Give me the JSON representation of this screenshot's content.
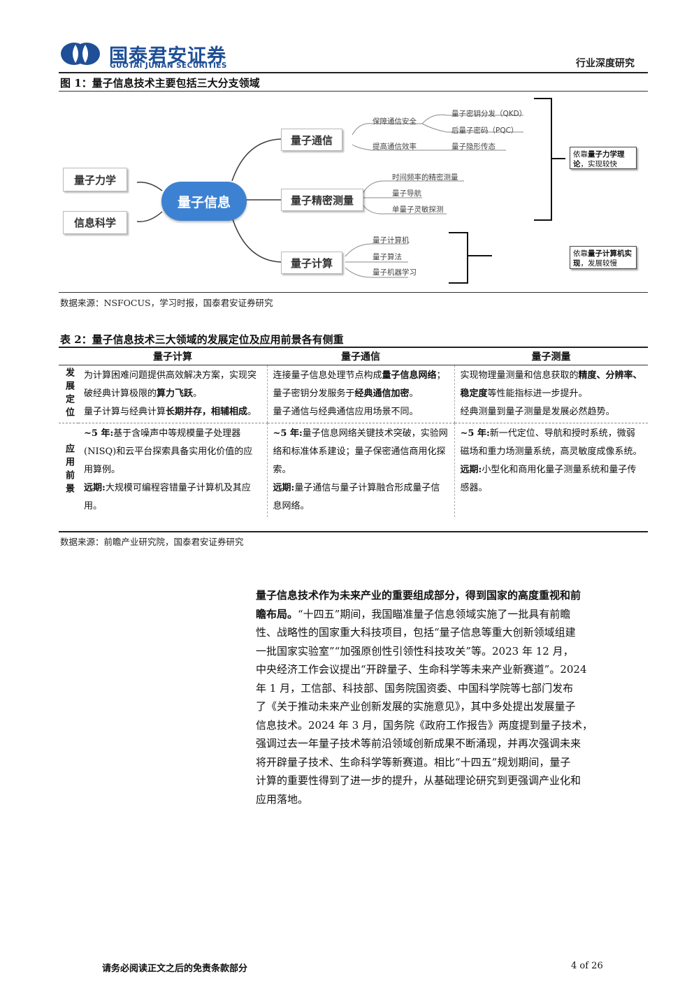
{
  "header": {
    "logo_cn": "国泰君安证券",
    "logo_en": "GUOTAI JUNAN SECURITIES",
    "report_type": "行业深度研究",
    "brand_color": "#1f4f96"
  },
  "figure1": {
    "title": "图 1：量子信息技术主要包括三大分支领域",
    "center": "量子信息",
    "left_nodes": [
      "量子力学",
      "信息科学"
    ],
    "branches": [
      {
        "label": "量子通信"
      },
      {
        "label": "量子精密测量"
      },
      {
        "label": "量子计算"
      }
    ],
    "leaves": {
      "comm_safe": "保障通信安全",
      "comm_eff": "提高通信效率",
      "qkd": "量子密钥分发（QKD）",
      "pqc": "后量子密码（PQC）",
      "teleport": "量子隐形传态",
      "freq": "时间频率的精密测量",
      "nav": "量子导航",
      "detect": "单量子灵敏探测",
      "computer": "量子计算机",
      "algo": "量子算法",
      "ml": "量子机器学习"
    },
    "note1": {
      "pre": "依靠",
      "bold": "量子力学理论",
      "post": "，实现较快"
    },
    "note2": {
      "pre": "依靠",
      "bold": "量子计算机实现",
      "post": "，发展较慢"
    },
    "center_color": "#3d82d2",
    "source": "数据来源：NSFOCUS，学习时报，国泰君安证券研究"
  },
  "table2": {
    "title": "表 2：量子信息技术三大领域的发展定位及应用前景各有侧重",
    "headers": [
      "量子计算",
      "量子通信",
      "量子测量"
    ],
    "row_labels": [
      "发展定位",
      "应用前景"
    ],
    "rows": {
      "position": {
        "computing": {
          "p1_a": "为计算困难问题提供高效解决方案，实现突破经典计算极限的",
          "p1_b": "算力飞跃",
          "p1_c": "。",
          "p2_a": "量子计算与经典计算",
          "p2_b": "长期并存，相辅相成",
          "p2_c": "。"
        },
        "communication": {
          "p1_a": "连接量子信息处理节点构成",
          "p1_b": "量子信息网络",
          "p1_c": "；量子密钥分发服务于",
          "p1_d": "经典通信加密",
          "p1_e": "。",
          "p2": "量子通信与经典通信应用场景不同。"
        },
        "measurement": {
          "p1_a": "实现物理量测量和信息获取的",
          "p1_b": "精度、分辨率、稳定度",
          "p1_c": "等性能指标进一步提升。",
          "p2": "经典测量到量子测量是发展必然趋势。"
        }
      },
      "application": {
        "computing": {
          "near_label": "~5 年:",
          "near": "基于含噪声中等规模量子处理器(NISQ)和云平台探索具备实用化价值的应用算例。",
          "far_label": "远期:",
          "far": "大规模可编程容错量子计算机及其应用。"
        },
        "communication": {
          "near_label": "~5 年:",
          "near": "量子信息网络关键技术突破，实验网络和标准体系建设；量子保密通信商用化探索。",
          "far_label": "远期:",
          "far": "量子通信与量子计算融合形成量子信息网络。"
        },
        "measurement": {
          "near_label": "~5 年:",
          "near": "新一代定位、导航和授时系统，微弱磁场和重力场测量系统，高灵敏度成像系统。",
          "far_label": "远期:",
          "far": "小型化和商用化量子测量系统和量子传感器。"
        }
      }
    },
    "source": "数据来源：前瞻产业研究院，国泰君安证券研究"
  },
  "body": {
    "lines": [
      {
        "bold": "量子信息技术作为未来产业的重要组成部分，得到国家的高度重视和前",
        "text": ""
      },
      {
        "bold": "瞻布局。",
        "text": "“十四五”期间，我国瞄准量子信息领域实施了一批具有前瞻"
      },
      {
        "bold": "",
        "text": "性、战略性的国家重大科技项目，包括“量子信息等重大创新领域组建"
      },
      {
        "bold": "",
        "text": "一批国家实验室”“加强原创性引领性科技攻关”等。2023 年 12 月，"
      },
      {
        "bold": "",
        "text": "中央经济工作会议提出“开辟量子、生命科学等未来产业新赛道”。2024"
      },
      {
        "bold": "",
        "text": "年 1 月，工信部、科技部、国务院国资委、中国科学院等七部门发布"
      },
      {
        "bold": "",
        "text": "了《关于推动未来产业创新发展的实施意见》，其中多处提出发展量子"
      },
      {
        "bold": "",
        "text": "信息技术。2024 年 3 月，国务院《政府工作报告》两度提到量子技术，"
      },
      {
        "bold": "",
        "text": "强调过去一年量子技术等前沿领域创新成果不断涌现，并再次强调未来"
      },
      {
        "bold": "",
        "text": "将开辟量子技术、生命科学等新赛道。相比“十四五”规划期间，量子"
      },
      {
        "bold": "",
        "text": "计算的重要性得到了进一步的提升，从基础理论研究到更强调产业化和"
      },
      {
        "bold": "",
        "text": "应用落地。"
      }
    ]
  },
  "footer": {
    "disclaimer": "请务必阅读正文之后的免责条款部分",
    "page": "4 of 26"
  }
}
